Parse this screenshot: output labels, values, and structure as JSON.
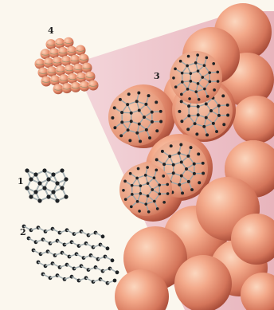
{
  "labels": {
    "fcc_crystal": "4",
    "fullerite": "3",
    "diamond": "1",
    "graphite": "2"
  },
  "colors": {
    "background": "#fbf7ee",
    "zoom_wedge": "#eec3c9",
    "sphere_light": "#f7c2a6",
    "sphere_mid": "#e4876a",
    "sphere_dark": "#a84a35",
    "atom_dark": "#1f2326",
    "bond_gray": "#a9b3b5"
  },
  "icons": [
    "fullerene-molecule",
    "diamond-lattice",
    "graphite-layers",
    "fcc-sphere-cluster"
  ]
}
